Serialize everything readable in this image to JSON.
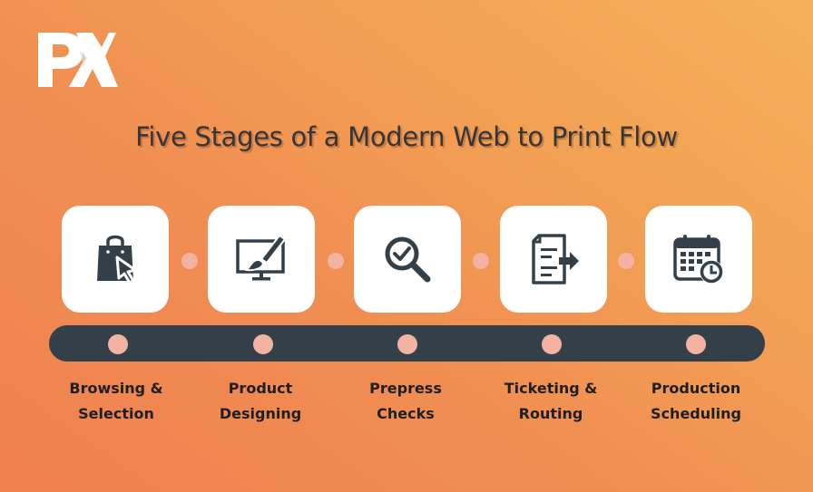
{
  "logo": {
    "text": "PX",
    "icon": "px-logo-icon"
  },
  "title": "Five Stages of a Modern Web to Print Flow",
  "colors": {
    "background_start": "#ef8150",
    "background_end": "#f5b05a",
    "card": "#ffffff",
    "icon": "#334049",
    "timeline_bar": "#334049",
    "dot": "#f4b3a2",
    "text": "#35363a"
  },
  "stages": [
    {
      "icon": "shopping-bag-cursor-icon",
      "line1": "Browsing &",
      "line2": "Selection"
    },
    {
      "icon": "monitor-paintbrush-icon",
      "line1": "Product",
      "line2": "Designing"
    },
    {
      "icon": "magnifier-check-icon",
      "line1": "Prepress",
      "line2": "Checks"
    },
    {
      "icon": "document-arrow-icon",
      "line1": "Ticketing &",
      "line2": "Routing"
    },
    {
      "icon": "calendar-clock-icon",
      "line1": "Production",
      "line2": "Scheduling"
    }
  ]
}
